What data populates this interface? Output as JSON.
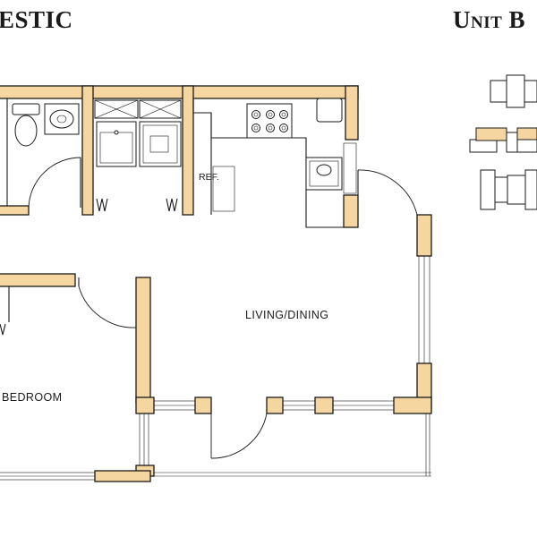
{
  "titles": {
    "left": "ESTIC",
    "right": "Unit B"
  },
  "rooms": {
    "living_dining": "LIVING/DINING",
    "bedroom": "BEDROOM",
    "ref": "REF."
  },
  "colors": {
    "wall_fill": "#f5d6a0",
    "line": "#1a1a1a"
  }
}
